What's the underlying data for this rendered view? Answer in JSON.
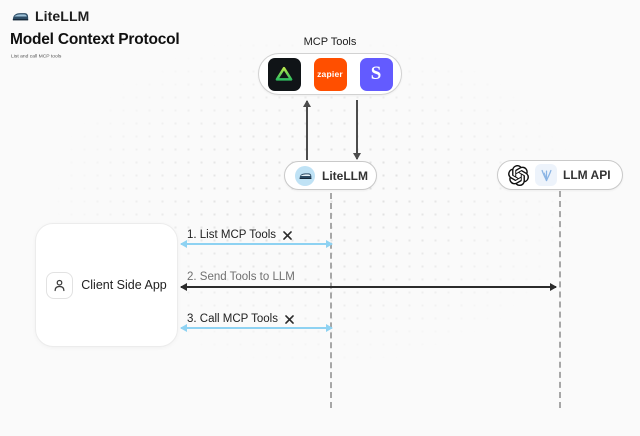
{
  "header": {
    "brand": "LiteLLM"
  },
  "title": "Model Context Protocol",
  "subtitle": "List and call MCP tools",
  "mcp_tools": {
    "label": "MCP Tools",
    "items": [
      {
        "icon": "green-triangle-tool-icon",
        "text": ""
      },
      {
        "icon": "zapier-icon",
        "text": "zapier"
      },
      {
        "icon": "stripe-icon",
        "text": "S"
      }
    ]
  },
  "nodes": {
    "litellm": {
      "label": "LiteLLM",
      "icon": "litellm-train-icon"
    },
    "llm_api": {
      "label": "LLM API",
      "icons": [
        "openai-icon",
        "blue-llm-icon"
      ]
    },
    "client": {
      "label": "Client Side App",
      "icon": "person-icon"
    }
  },
  "messages": [
    {
      "label": "1. List MCP Tools",
      "tools_icon": true,
      "style": "blue"
    },
    {
      "label": "2. Send Tools to LLM",
      "tools_icon": false,
      "style": "black"
    },
    {
      "label": "3. Call MCP Tools",
      "tools_icon": true,
      "style": "blue"
    }
  ],
  "colors": {
    "background": "#fafafa",
    "accent_arrow_blue": "#8ed2f2",
    "arrow_black": "#2b2b2b",
    "zapier_orange": "#ff4f00",
    "stripe_indigo": "#635bff",
    "tile_dark": "#101417",
    "litellm_badge_blue": "#bfe2f5"
  }
}
